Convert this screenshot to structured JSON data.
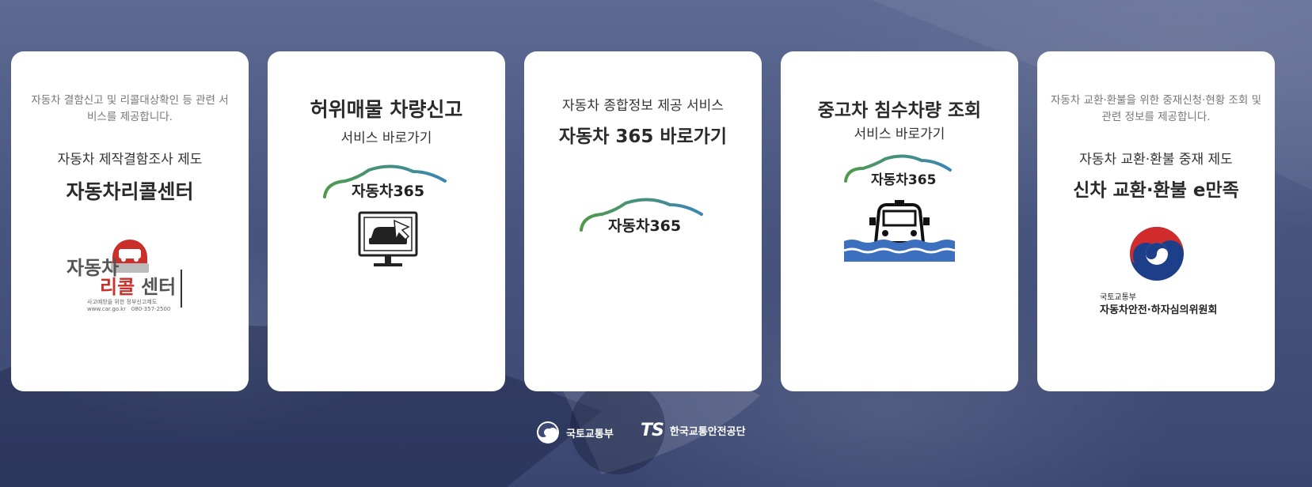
{
  "cards": [
    {
      "desc": "자동차 결함신고 및 리콜대상확인 등 관련 서비스를 제공합니다.",
      "subtitle": "자동차 제작결함조사 제도",
      "title": "자동차리콜센터",
      "logo": {
        "line1": "자동차",
        "line2": "리콜",
        "line3": "센터",
        "small1": "사고예방을 위한 정부신고제도",
        "small2": "www.car.go.kr   080-357-2500"
      }
    },
    {
      "title": "허위매물 차량신고",
      "subtitle": "서비스 바로가기",
      "logo": {
        "text": "자동차365",
        "icon": "monitor-car-icon"
      }
    },
    {
      "desc": "자동차 종합정보 제공 서비스",
      "title": "자동차 365 바로가기",
      "logo": {
        "text": "자동차365"
      }
    },
    {
      "title": "중고차 침수차량 조회",
      "subtitle": "서비스 바로가기",
      "logo": {
        "text": "자동차365",
        "icon": "flooded-car-icon"
      }
    },
    {
      "desc": "자동차 교환·환불을 위한 중재신청·현황 조회 및 관련 정보를 제공합니다.",
      "subtitle": "자동차 교환·환불 중재 제도",
      "title": "신차 교환·환불 e만족",
      "logo": {
        "org_small": "국토교통부",
        "org_name": "자동차안전·하자심의위원회"
      }
    }
  ],
  "footer": {
    "molit": "국토교통부",
    "ts_mark": "TS",
    "ts_name": "한국교통안전공단"
  }
}
